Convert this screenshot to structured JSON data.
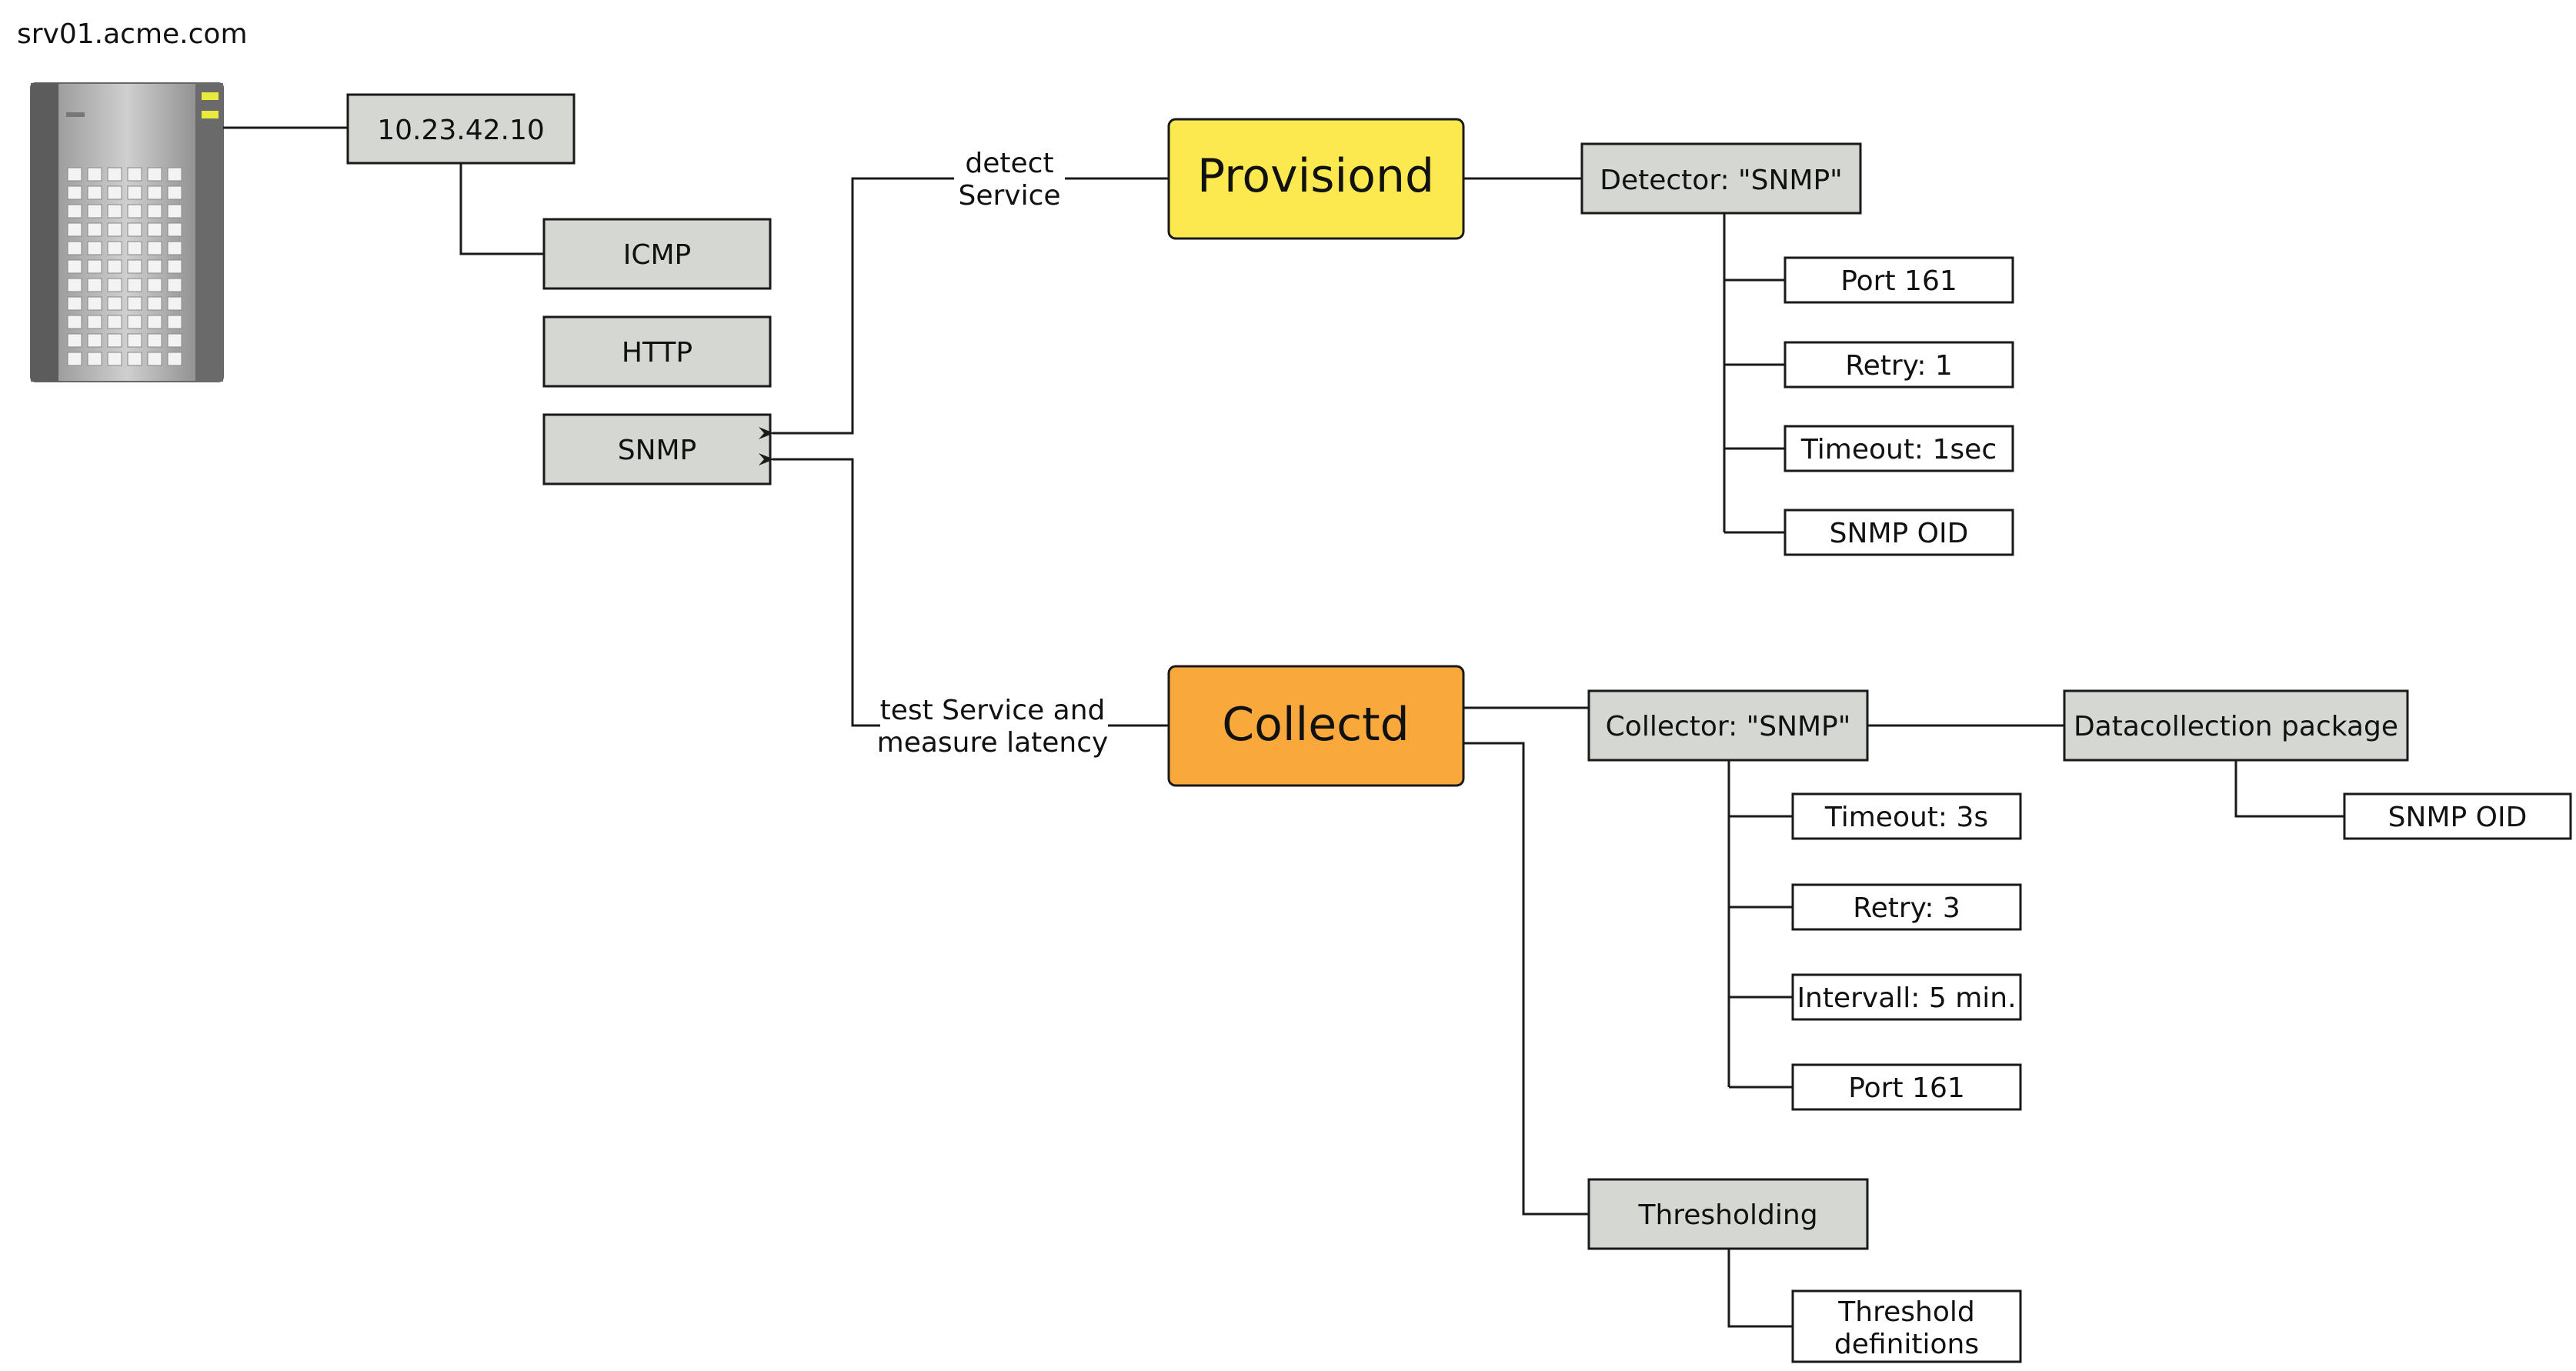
{
  "server": {
    "hostname": "srv01.acme.com",
    "ip": "10.23.42.10",
    "services": [
      "ICMP",
      "HTTP",
      "SNMP"
    ]
  },
  "provisiond": {
    "label": "Provisiond",
    "color": "#fbe94f",
    "edge_label": [
      "detect",
      "Service"
    ],
    "detector": "Detector: \"SNMP\"",
    "params": [
      "Port 161",
      "Retry: 1",
      "Timeout: 1sec",
      "SNMP OID"
    ]
  },
  "collectd": {
    "label": "Collectd",
    "color": "#f9a83c",
    "edge_label": [
      "test Service and",
      "measure latency"
    ],
    "collector": "Collector: \"SNMP\"",
    "params": [
      "Timeout: 3s",
      "Retry: 3",
      "Intervall: 5 min.",
      "Port 161"
    ],
    "datacollection": "Datacollection package",
    "datacollection_child": "SNMP OID",
    "thresholding": "Thresholding",
    "threshold_defs": [
      "Threshold",
      "definitions"
    ]
  },
  "colors": {
    "gray_box": "#d5d7d2",
    "line": "#1a1a1a"
  }
}
